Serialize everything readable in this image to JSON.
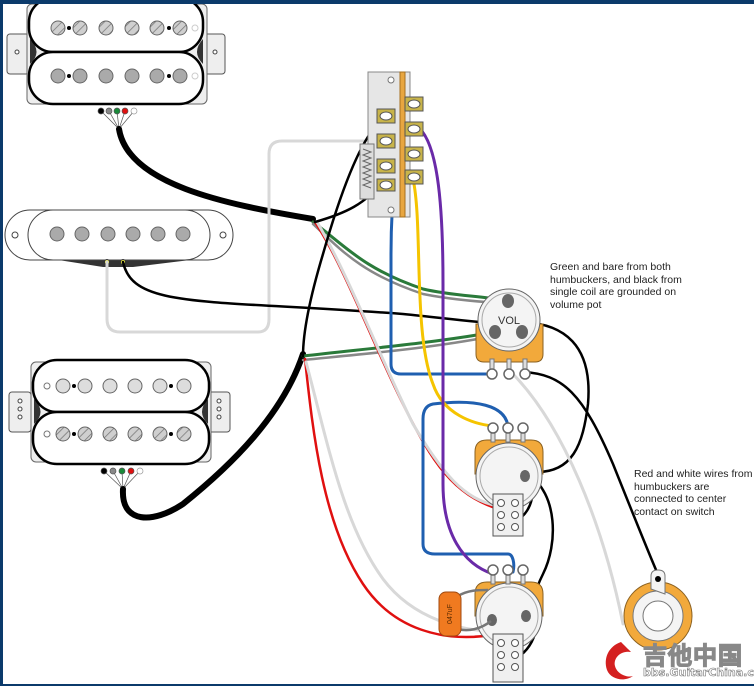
{
  "diagram": {
    "title": "2 humbucker + 1 single coil wiring with 5-way switch, volume, 2 tones",
    "annotations": {
      "ground_note": "Green and bare from both humbuckers, and black from single coil are grounded on volume pot",
      "switch_note": "Red and white wires from humbuckers are connected to center contact on switch"
    },
    "labels": {
      "volume_pot": "VOL",
      "capacitor": "047uF"
    },
    "components": [
      {
        "name": "neck-humbucker",
        "type": "humbucker",
        "lead_colors": [
          "#000000",
          "#888888",
          "#1a8a3a",
          "#e01010",
          "#ffffff"
        ]
      },
      {
        "name": "middle-single-coil",
        "type": "single-coil"
      },
      {
        "name": "bridge-humbucker",
        "type": "humbucker",
        "lead_colors": [
          "#000000",
          "#888888",
          "#1a8a3a",
          "#e01010",
          "#ffffff"
        ]
      },
      {
        "name": "five-way-switch",
        "type": "switch"
      },
      {
        "name": "volume-pot",
        "type": "pot"
      },
      {
        "name": "tone-pot-1",
        "type": "pot-push-pull"
      },
      {
        "name": "tone-pot-2",
        "type": "pot-push-pull"
      },
      {
        "name": "output-jack",
        "type": "jack"
      }
    ],
    "wire_colors": {
      "black": "#000000",
      "red": "#e01010",
      "green": "#2a7a3a",
      "white": "#d8d8d8",
      "blue": "#1f5fb0",
      "yellow": "#f5c400",
      "purple": "#6a2aa8",
      "gray": "#7a7a7a"
    },
    "colors": {
      "pot_body": "#f2a93b",
      "capacitor": "#f07a20",
      "lug": "#c8b44a",
      "frame": "#0b3a6b"
    }
  },
  "watermark": {
    "chinese": "吉他中国",
    "url": "bbs.GuitarChina.com"
  }
}
